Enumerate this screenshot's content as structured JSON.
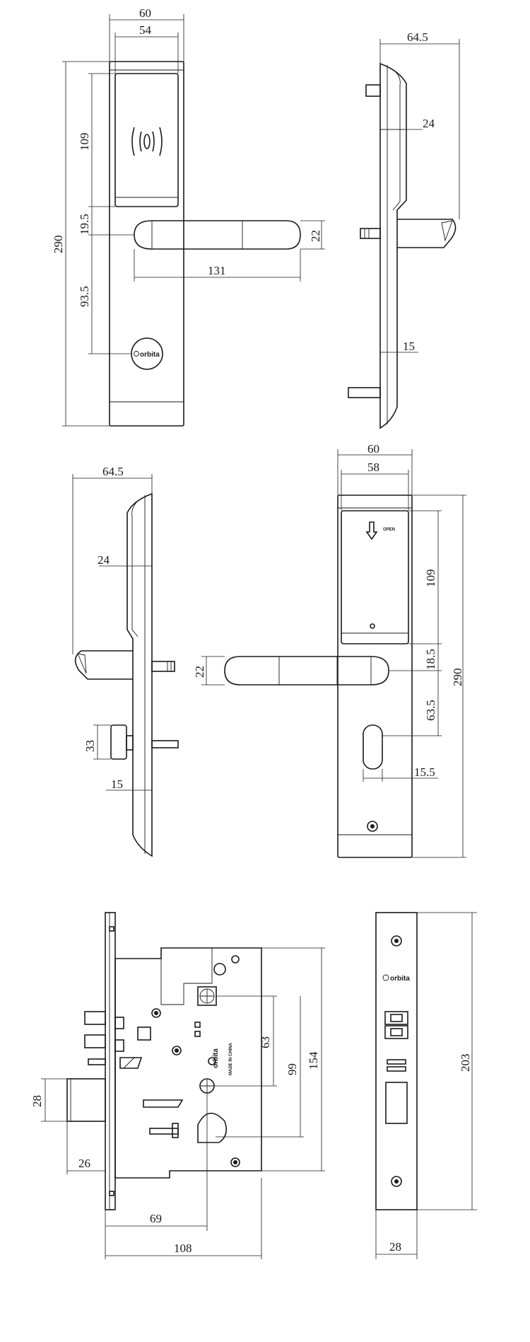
{
  "brand": "orbita",
  "view1": {
    "width_outer": "60",
    "width_inner": "54",
    "height_total": "290",
    "reader_height": "109",
    "gap_reader_handle": "19.5",
    "handle_to_cylinder": "93.5",
    "handle_length": "131",
    "handle_thickness": "22"
  },
  "view2": {
    "depth": "64.5",
    "reader_depth": "24",
    "plate_thickness": "15"
  },
  "view3": {
    "depth": "64.5",
    "reader_depth": "24",
    "thumbturn_height": "33",
    "plate_thickness": "15"
  },
  "view4": {
    "open_label": "OPEN",
    "width_outer": "60",
    "width_inner": "58",
    "height_total": "290",
    "battery_height": "109",
    "gap_battery_handle": "18.5",
    "handle_to_keyhole": "63.5",
    "keyhole_width": "15.5",
    "handle_thickness": "22"
  },
  "mortise": {
    "made_in": "MADE IN CHINA",
    "latch_height": "28",
    "deadbolt_projection": "26",
    "backset": "69",
    "body_depth": "108",
    "spindle_distance": "63",
    "cylinder_distance": "99",
    "body_height": "154"
  },
  "faceplate": {
    "length": "203",
    "width": "28"
  }
}
